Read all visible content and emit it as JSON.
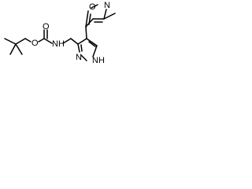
{
  "diagram": {
    "type": "chemical-structure",
    "atoms": {
      "carbamate_o_ether": "O",
      "carbamate_o_carbonyl": "O",
      "carbamate_n": "NH",
      "isoxazole_o": "O",
      "isoxazole_n": "N",
      "pyrazole_n": "N",
      "pyrazole_nh": "N",
      "pyrazole_nh_h": "H"
    }
  }
}
